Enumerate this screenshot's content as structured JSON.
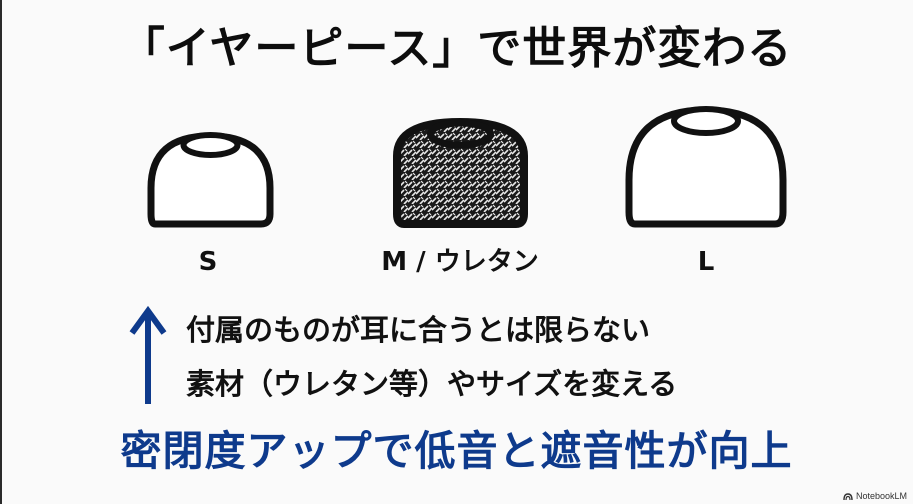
{
  "slide": {
    "title": "「イヤーピース」で世界が変わる",
    "sizes": [
      {
        "label": "S",
        "style": "outline"
      },
      {
        "label": "M / ウレタン",
        "style": "foam-pattern"
      },
      {
        "label": "L",
        "style": "outline"
      }
    ],
    "points": [
      "付属のものが耳に合うとは限らない",
      "素材（ウレタン等）やサイズを変える"
    ],
    "conclusion": "密閉度アップで低音と遮音性が向上",
    "arrow_icon": "up-arrow-icon",
    "colors": {
      "background": "#fafafa",
      "text": "#111111",
      "accent_blue": "#0e3a8c"
    }
  },
  "watermark": {
    "label": "NotebookLM",
    "icon": "notebooklm-logo-icon"
  }
}
